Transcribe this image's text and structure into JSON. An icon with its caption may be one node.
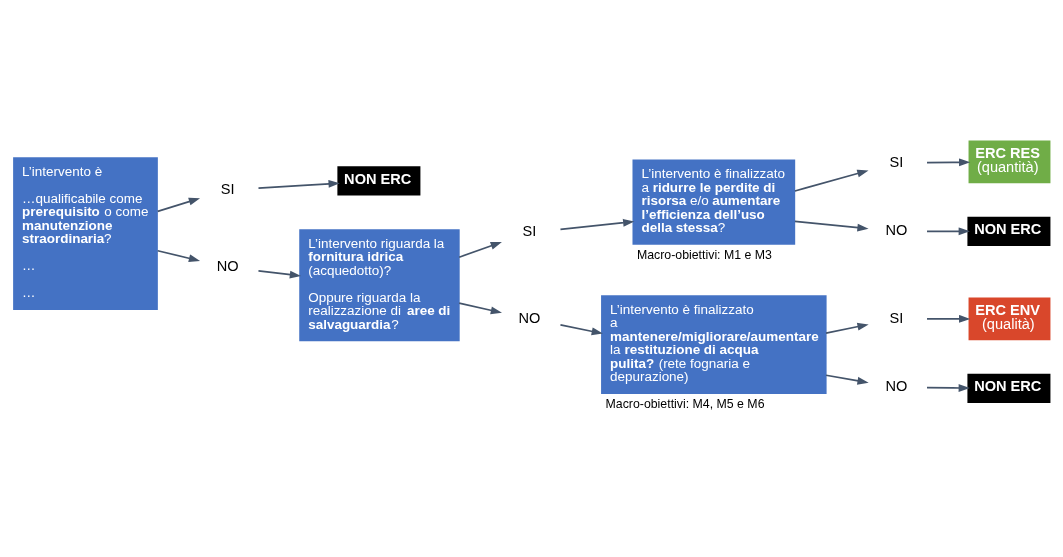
{
  "diagram": {
    "nodes": [
      {
        "text": [
          "L’intervento è",
          "…qualificabile come **prerequisito** o come **manutenzione straordinaria**?",
          "…",
          "…"
        ]
      },
      {
        "text": [
          "SI"
        ]
      },
      {
        "text": [
          "NON ERC"
        ]
      },
      {
        "text": [
          "NO"
        ]
      },
      {
        "text": [
          "L’intervento riguarda la **fornitura idrica** (acquedotto)?",
          "Oppure riguarda la realizzazione di **aree di salvaguardia**?"
        ]
      },
      {
        "text": [
          "SI"
        ]
      },
      {
        "text": [
          "L’intervento è finalizzato a **ridurre le perdite di risorsa** e/o **aumentare l’efficienza dell’uso della stessa**?"
        ],
        "beside": [
          "Macro-obiettivi: M1 e M3"
        ]
      },
      {
        "text": [
          "NO"
        ]
      },
      {
        "text": [
          "L’intervento è finalizzato a **mantenere/migliorare/aumentare** la **restituzione di acqua pulita?** (rete fognaria e depurazione)"
        ],
        "beside": [
          "Macro-obiettivi: M4, M5 e M6"
        ]
      },
      {
        "text": [
          "SI"
        ]
      },
      {
        "text": [
          "ERC RES",
          "(quantità)"
        ]
      },
      {
        "text": [
          "NO"
        ]
      },
      {
        "text": [
          "NON ERC"
        ]
      },
      {
        "text": [
          "SI"
        ]
      },
      {
        "text": [
          "ERC ENV",
          "(qualità)"
        ]
      },
      {
        "text": [
          "NO"
        ]
      },
      {
        "text": [
          "NON ERC"
        ]
      }
    ],
    "edges": [
      {
        "from": 0,
        "to": 1,
        "arrow": "to"
      },
      {
        "from": 1,
        "to": 2,
        "arrow": "to"
      },
      {
        "from": 0,
        "to": 3,
        "arrow": "to"
      },
      {
        "from": 3,
        "to": 4,
        "arrow": "to"
      },
      {
        "from": 4,
        "to": 5,
        "arrow": "to"
      },
      {
        "from": 5,
        "to": 6,
        "arrow": "to"
      },
      {
        "from": 4,
        "to": 7,
        "arrow": "to"
      },
      {
        "from": 7,
        "to": 8,
        "arrow": "to"
      },
      {
        "from": 6,
        "to": 9,
        "arrow": "to"
      },
      {
        "from": 9,
        "to": 10,
        "arrow": "to"
      },
      {
        "from": 6,
        "to": 11,
        "arrow": "to"
      },
      {
        "from": 11,
        "to": 12,
        "arrow": "to"
      },
      {
        "from": 8,
        "to": 13,
        "arrow": "to"
      },
      {
        "from": 13,
        "to": 14,
        "arrow": "to"
      },
      {
        "from": 8,
        "to": 15,
        "arrow": "to"
      },
      {
        "from": 15,
        "to": 16,
        "arrow": "to"
      }
    ]
  }
}
